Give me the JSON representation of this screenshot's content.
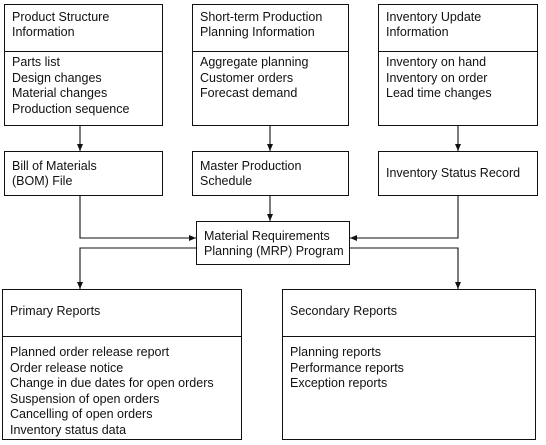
{
  "info_boxes": [
    {
      "title": [
        "Product Structure",
        "Information"
      ],
      "items": [
        "Parts list",
        "Design changes",
        "Material changes",
        "Production sequence"
      ]
    },
    {
      "title": [
        "Short-term Production",
        "Planning Information"
      ],
      "items": [
        "Aggregate planning",
        "Customer orders",
        "Forecast demand"
      ]
    },
    {
      "title": [
        "Inventory Update",
        "Information"
      ],
      "items": [
        "Inventory on hand",
        "Inventory on order",
        "Lead time changes"
      ]
    }
  ],
  "mid_boxes": [
    {
      "lines": [
        "Bill of Materials",
        "(BOM) File"
      ]
    },
    {
      "lines": [
        "Master Production",
        "Schedule"
      ]
    },
    {
      "lines": [
        "Inventory Status Record"
      ]
    }
  ],
  "mrp_box": {
    "lines": [
      "Material Requirements",
      "Planning (MRP) Program"
    ]
  },
  "primary_reports": {
    "title": "Primary Reports",
    "items": [
      "Planned order release report",
      "Order release notice",
      "Change in due dates for open orders",
      "Suspension of open orders",
      "Cancelling of open orders",
      "Inventory status data"
    ]
  },
  "secondary_reports": {
    "title": "Secondary Reports",
    "items": [
      "Planning reports",
      "Performance reports",
      "Exception reports"
    ]
  }
}
